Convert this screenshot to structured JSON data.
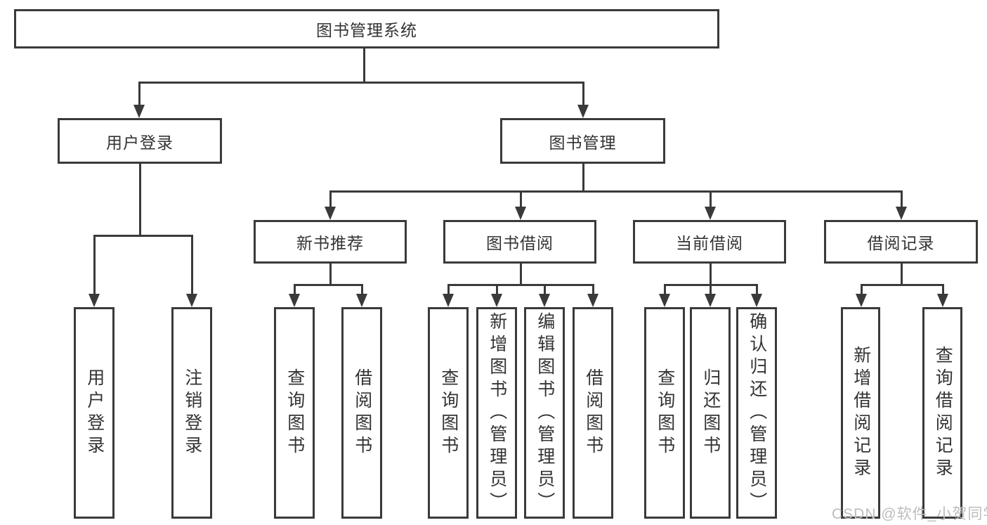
{
  "colors": {
    "line": "#3a3a3a",
    "text": "#333333",
    "background": "#ffffff",
    "watermark": "#bdbdbd"
  },
  "watermark": {
    "text": "CSDN @软件_小贺同学"
  },
  "nodes": [
    {
      "id": "root",
      "label": "图书管理系统",
      "parent": null,
      "level": 1
    },
    {
      "id": "user-login",
      "label": "用户登录",
      "parent": "root",
      "level": 2
    },
    {
      "id": "book-management",
      "label": "图书管理",
      "parent": "root",
      "level": 2
    },
    {
      "id": "new-book-recommend",
      "label": "新书推荐",
      "parent": "book-management",
      "level": 3
    },
    {
      "id": "book-borrowing",
      "label": "图书借阅",
      "parent": "book-management",
      "level": 3
    },
    {
      "id": "current-borrowing",
      "label": "当前借阅",
      "parent": "book-management",
      "level": 3
    },
    {
      "id": "borrowing-records",
      "label": "借阅记录",
      "parent": "book-management",
      "level": 3
    },
    {
      "id": "leaf-user-login",
      "label": "用户登录",
      "parent": "user-login",
      "level": 4
    },
    {
      "id": "leaf-logout",
      "label": "注销登录",
      "parent": "user-login",
      "level": 4
    },
    {
      "id": "leaf-query-books-rec",
      "label": "查询图书",
      "parent": "new-book-recommend",
      "level": 4
    },
    {
      "id": "leaf-borrow-books-rec",
      "label": "借阅图书",
      "parent": "new-book-recommend",
      "level": 4
    },
    {
      "id": "leaf-query-books-borrow",
      "label": "查询图书",
      "parent": "book-borrowing",
      "level": 4
    },
    {
      "id": "leaf-add-books-admin",
      "label": "新增图书（管理员）",
      "parent": "book-borrowing",
      "level": 4
    },
    {
      "id": "leaf-edit-books-admin",
      "label": "编辑图书（管理员）",
      "parent": "book-borrowing",
      "level": 4
    },
    {
      "id": "leaf-borrow-books",
      "label": "借阅图书",
      "parent": "book-borrowing",
      "level": 4
    },
    {
      "id": "leaf-query-books-current",
      "label": "查询图书",
      "parent": "current-borrowing",
      "level": 4
    },
    {
      "id": "leaf-return-books",
      "label": "归还图书",
      "parent": "current-borrowing",
      "level": 4
    },
    {
      "id": "leaf-confirm-return-admin",
      "label": "确认归还（管理员）",
      "parent": "current-borrowing",
      "level": 4
    },
    {
      "id": "leaf-add-borrow-record",
      "label": "新增借阅记录",
      "parent": "borrowing-records",
      "level": 4
    },
    {
      "id": "leaf-query-borrow-record",
      "label": "查询借阅记录",
      "parent": "borrowing-records",
      "level": 4
    }
  ]
}
